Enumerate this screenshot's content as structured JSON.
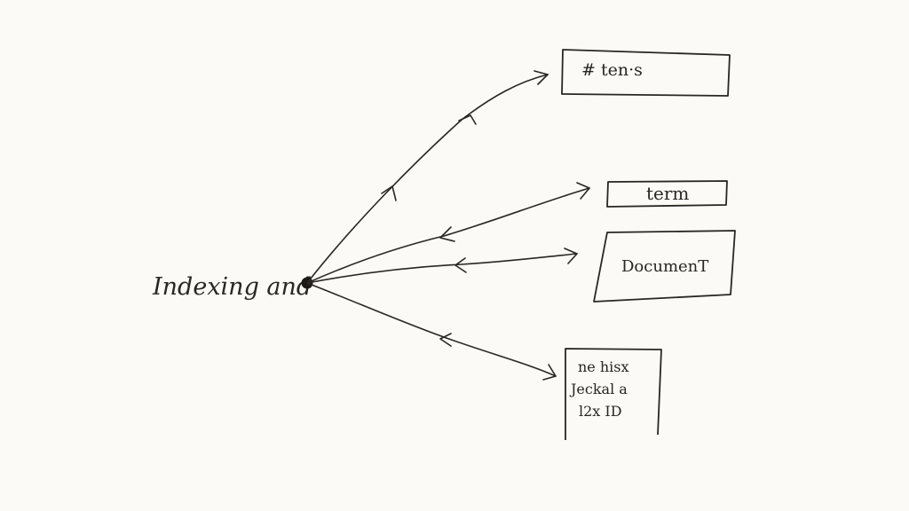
{
  "source": {
    "label": "Indexing and"
  },
  "nodes": [
    {
      "lines": [
        "# ten·s"
      ]
    },
    {
      "lines": [
        "term"
      ]
    },
    {
      "lines": [
        "DocumenT"
      ]
    },
    {
      "lines": [
        "ne hisx",
        "Jeckal a",
        "l2x ID"
      ]
    }
  ],
  "colors": {
    "paper": "#fbfaf6",
    "ink": "#2a2622"
  }
}
